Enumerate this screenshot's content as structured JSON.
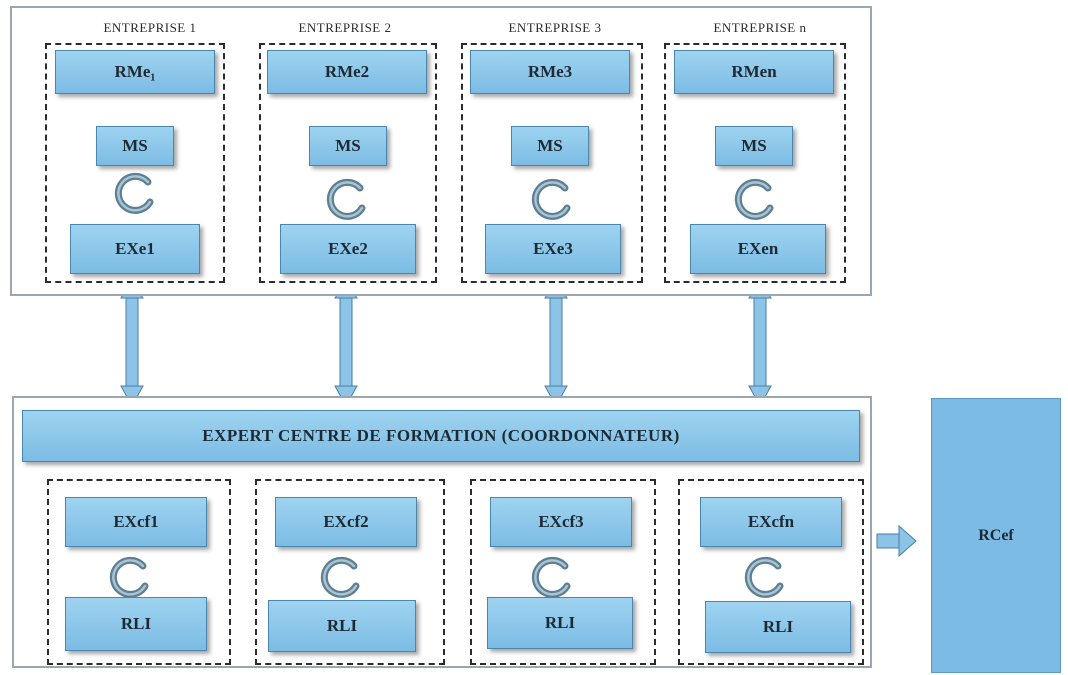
{
  "enterprises": [
    {
      "label": "ENTREPRISE 1",
      "rm": "RMe₁",
      "ms": "MS",
      "ex": "EXe1"
    },
    {
      "label": "ENTREPRISE 2",
      "rm": "RMe2",
      "ms": "MS",
      "ex": "EXe2"
    },
    {
      "label": "ENTREPRISE 3",
      "rm": "RMe3",
      "ms": "MS",
      "ex": "EXe3"
    },
    {
      "label": "ENTREPRISE n",
      "rm": "RMen",
      "ms": "MS",
      "ex": "EXen"
    }
  ],
  "coordinator": {
    "label": "EXPERT CENTRE DE FORMATION  (COORDONNATEUR)"
  },
  "training_units": [
    {
      "excf": "EXcf1",
      "rli": "RLI"
    },
    {
      "excf": "EXcf2",
      "rli": "RLI"
    },
    {
      "excf": "EXcf3",
      "rli": "RLI"
    },
    {
      "excf": "EXcfn",
      "rli": "RLI"
    }
  ],
  "output": {
    "label": "RCef"
  },
  "colors": {
    "box": "#7cbce4",
    "arrow": "#8cc4e8",
    "cycle": "#5e7f92"
  },
  "icons": {
    "cycle": "cycle-icon"
  }
}
